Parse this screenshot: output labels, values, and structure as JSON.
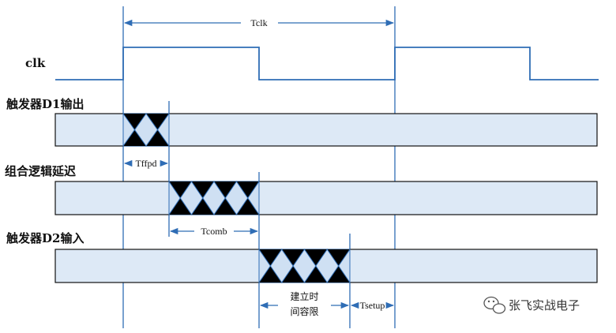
{
  "signals": {
    "clk": "clk",
    "d1_output": "触发器D1输出",
    "comb_logic": "组合逻辑延迟",
    "d2_input": "触发器D2输入"
  },
  "timings": {
    "tclk": "Tclk",
    "tffpd": "Tffpd",
    "tcomb": "Tcomb",
    "setup_slack_line1": "建立时",
    "setup_slack_line2": "间容限",
    "tsetup": "Tsetup"
  },
  "watermark": {
    "text": "张飞实战电子",
    "icon": "wechat-icon"
  },
  "colors": {
    "line": "#2f6db5",
    "bar_fill": "#dde9f6",
    "transition_fill": "#cfe0f3"
  }
}
